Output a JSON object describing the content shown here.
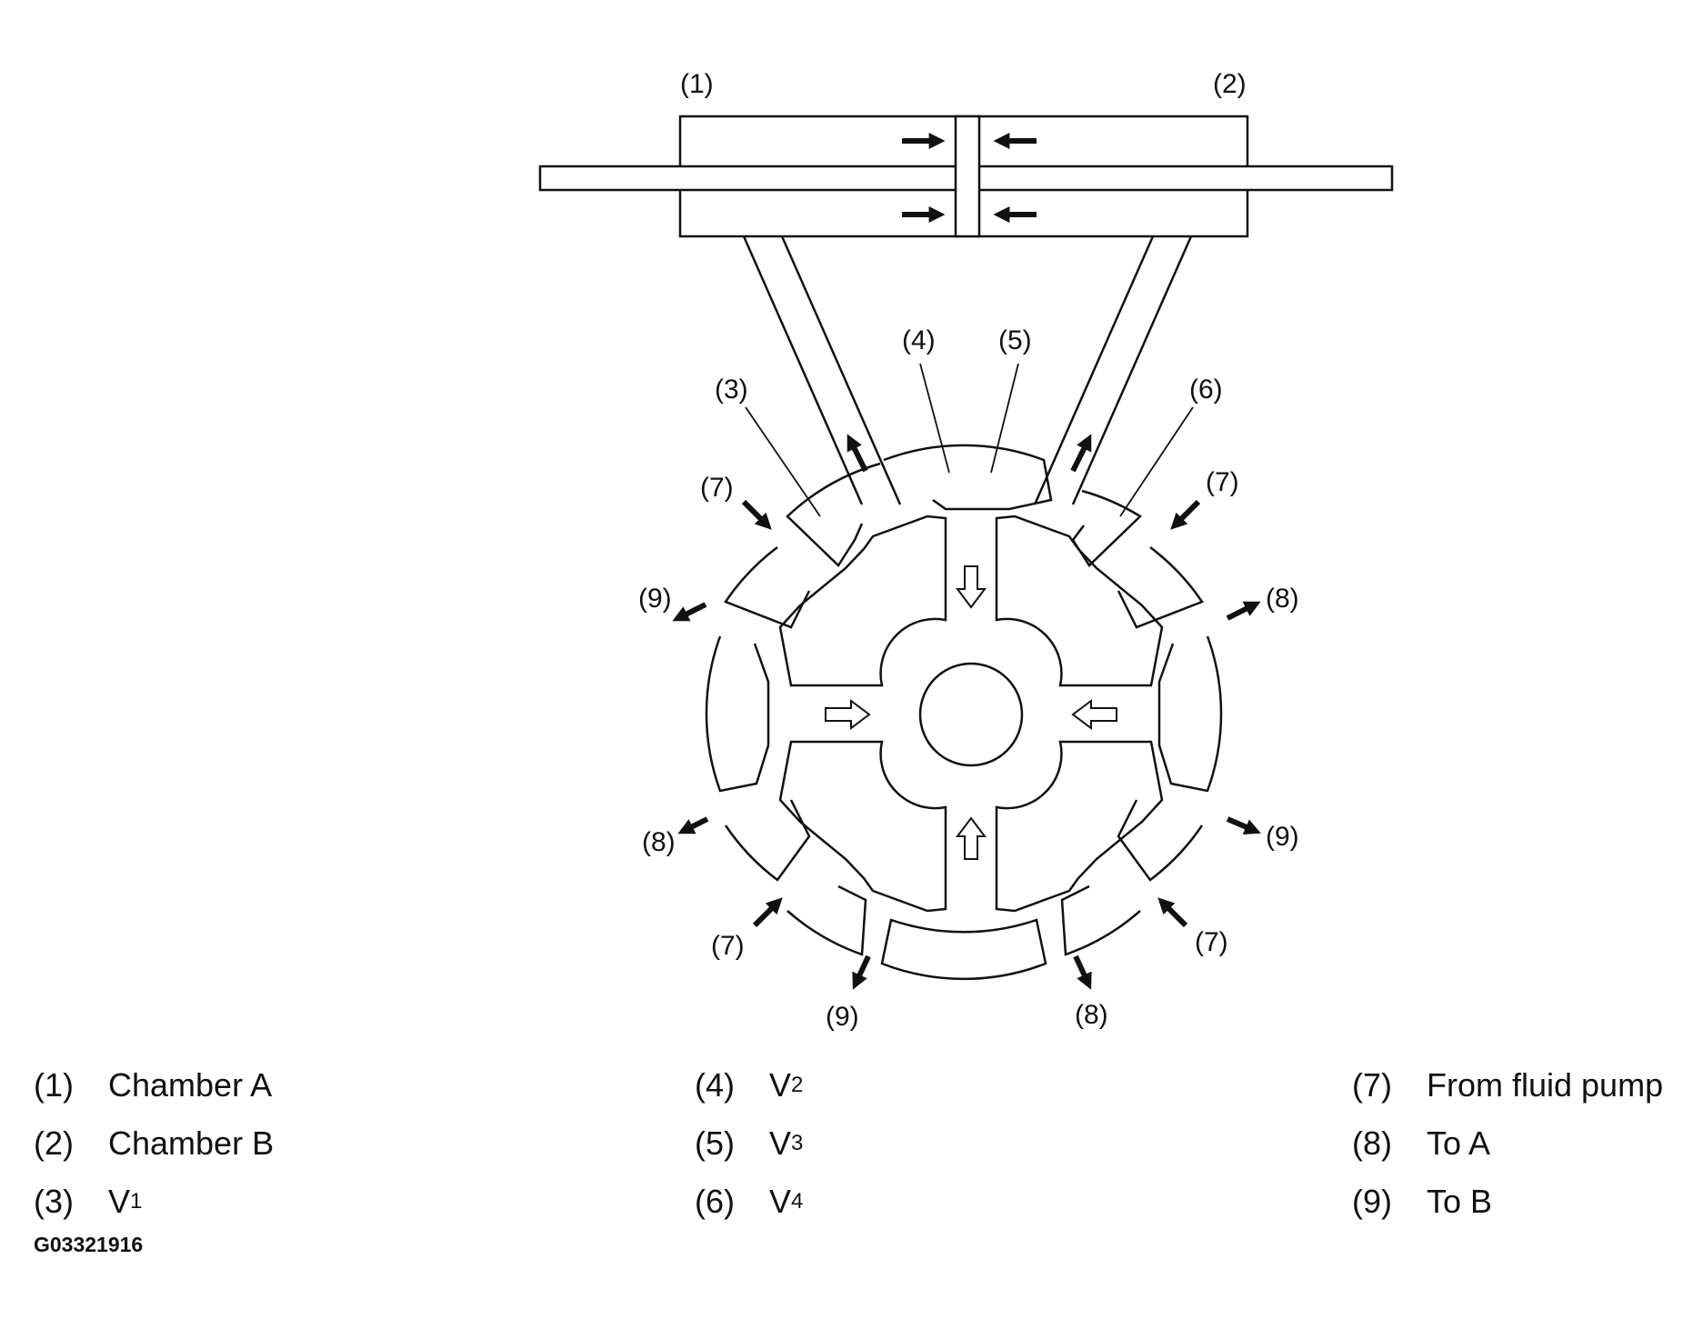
{
  "diagram": {
    "callouts": {
      "c1": "(1)",
      "c2": "(2)",
      "c3": "(3)",
      "c4": "(4)",
      "c5": "(5)",
      "c6": "(6)",
      "c7": "(7)",
      "c8": "(8)",
      "c9": "(9)"
    },
    "colors": {
      "line": "#111111",
      "background": "#ffffff"
    }
  },
  "legend": {
    "col1": [
      {
        "num": "(1)",
        "text": "Chamber A",
        "sub": ""
      },
      {
        "num": "(2)",
        "text": "Chamber B",
        "sub": ""
      },
      {
        "num": "(3)",
        "text": "V",
        "sub": "1"
      }
    ],
    "col2": [
      {
        "num": "(4)",
        "text": "V",
        "sub": "2"
      },
      {
        "num": "(5)",
        "text": "V",
        "sub": "3"
      },
      {
        "num": "(6)",
        "text": "V",
        "sub": "4"
      }
    ],
    "col3": [
      {
        "num": "(7)",
        "text": "From fluid pump",
        "sub": ""
      },
      {
        "num": "(8)",
        "text": "To A",
        "sub": ""
      },
      {
        "num": "(9)",
        "text": "To B",
        "sub": ""
      }
    ]
  },
  "figure_code": "G03321916"
}
